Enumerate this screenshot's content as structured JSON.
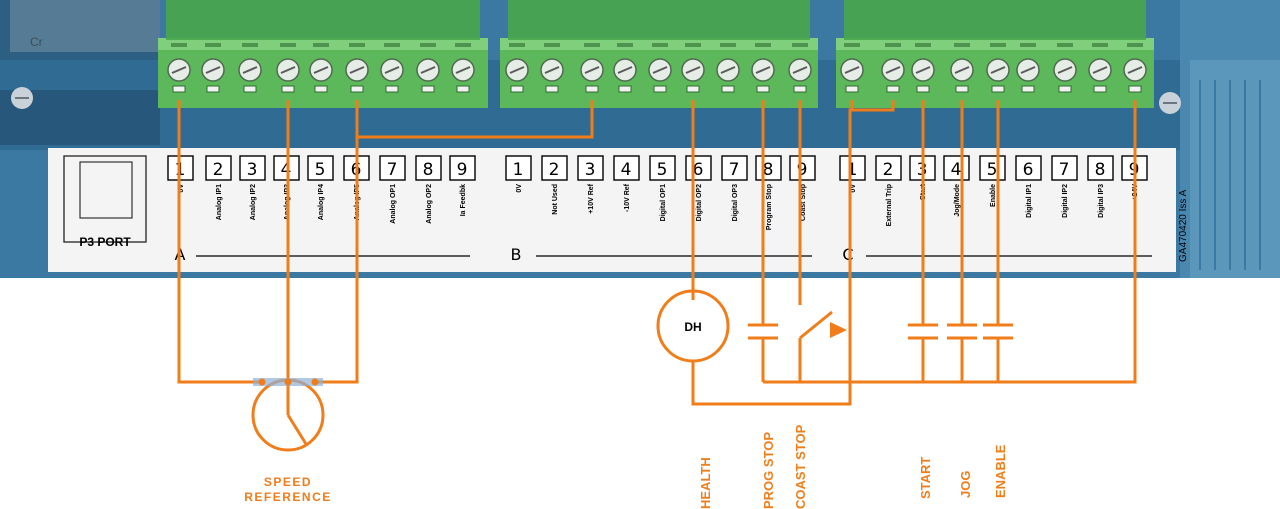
{
  "port_label": "P3 PORT",
  "part_number": "GA470420  Iss A",
  "dh_label": "DH",
  "cr_text": "Cr",
  "terminal_blocks": [
    {
      "group": "A",
      "numbers": [
        "1",
        "2",
        "3",
        "4",
        "5",
        "6",
        "7",
        "8",
        "9"
      ],
      "labels": [
        "0V",
        "Analog IP1",
        "Analog IP2",
        "Analog IP3",
        "Analog IP4",
        "Analog IP5",
        "Analog OP1",
        "Analog OP2",
        "Ia Feedbk"
      ]
    },
    {
      "group": "B",
      "numbers": [
        "1",
        "2",
        "3",
        "4",
        "5",
        "6",
        "7",
        "8",
        "9"
      ],
      "labels": [
        "0V",
        "Not Used",
        "+10V Ref",
        "-10V Ref",
        "Digital OP1",
        "Digital OP2",
        "Digital OP3",
        "Program Stop",
        "Coast Stop"
      ]
    },
    {
      "group": "C",
      "numbers": [
        "1",
        "2",
        "3",
        "4",
        "5",
        "6",
        "7",
        "8",
        "9"
      ],
      "labels": [
        "0V",
        "External Trip",
        "Start",
        "Jog/Mode",
        "Enable",
        "Digital IP1",
        "Digital IP2",
        "Digital IP3",
        "+24V"
      ]
    }
  ],
  "annotations": {
    "speed_reference": [
      "SPEED",
      "REFERENCE"
    ],
    "health": "HEALTH",
    "prog_stop": "PROG STOP",
    "coast_stop": "COAST STOP",
    "start": "START",
    "jog": "JOG",
    "enable": "ENABLE"
  },
  "colors": {
    "wire": "#f07d1a",
    "connector": "#5cb85a",
    "panel": "#3f7fa8",
    "label_strip": "#f4f4f4"
  }
}
